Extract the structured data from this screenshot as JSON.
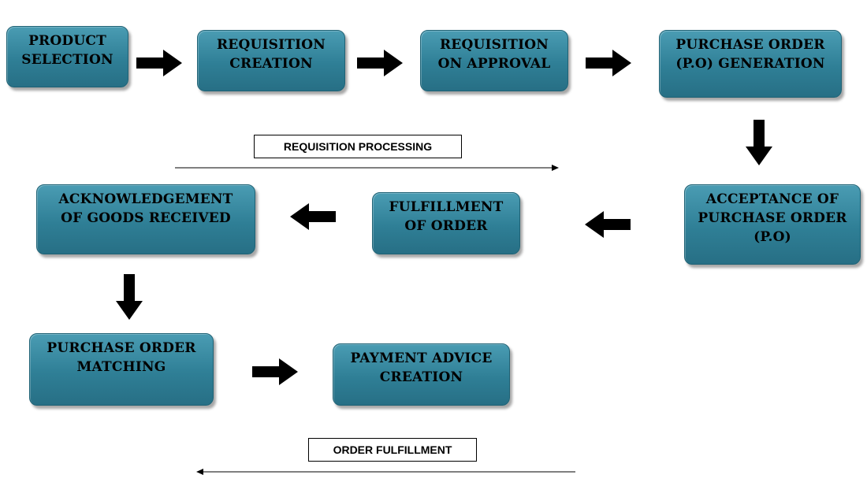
{
  "steps": {
    "product_selection": [
      "PRODUCT",
      "SELECTION"
    ],
    "requisition_creation": [
      "REQUISITION",
      "CREATION"
    ],
    "requisition_approval": [
      "REQUISITION",
      "ON APPROVAL"
    ],
    "po_generation": [
      "PURCHASE ORDER",
      "(P.O) GENERATION"
    ],
    "po_acceptance": [
      "ACCEPTANCE OF",
      "PURCHASE ORDER",
      "(P.O)"
    ],
    "fulfillment": [
      "FULFILLMENT",
      "OF ORDER"
    ],
    "acknowledgement": [
      "ACKNOWLEDGEMENT",
      "OF GOODS RECEIVED"
    ],
    "po_matching": [
      "PURCHASE ORDER",
      "MATCHING"
    ],
    "payment_advice": [
      "PAYMENT ADVICE",
      "CREATION"
    ]
  },
  "labels": {
    "requisition_processing": "REQUISITION PROCESSING",
    "order_fulfillment": "ORDER FULFILLMENT"
  }
}
